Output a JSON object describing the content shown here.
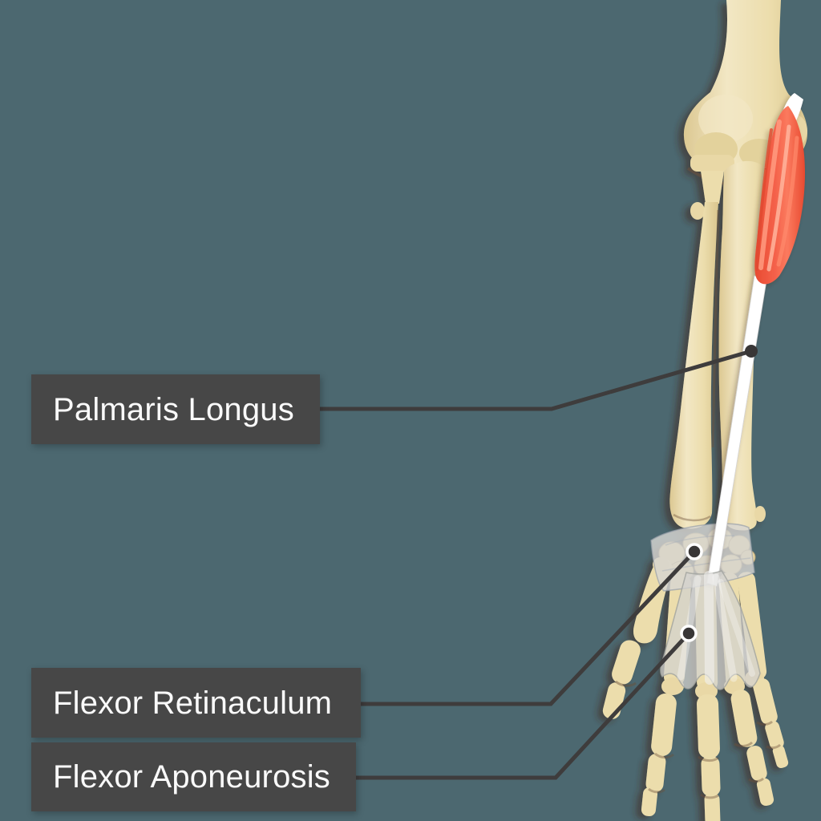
{
  "labels": [
    {
      "id": "palmaris-longus",
      "text": "Palmaris Longus"
    },
    {
      "id": "flexor-retinaculum",
      "text": "Flexor Retinaculum"
    },
    {
      "id": "flexor-aponeurosis",
      "text": "Flexor Aponeurosis"
    }
  ],
  "colors": {
    "background": "#4c6870",
    "label_background": "#474747",
    "label_text": "#fafafa",
    "leader_line": "#3e3c3c",
    "bone": "#ecddac",
    "bone_shadow": "#6b4e38",
    "muscle": "#f4604a",
    "muscle_highlight": "#ffb298",
    "tendon": "#ffffff",
    "fascia": "#d3d2ce"
  },
  "illustration": {
    "structures": [
      "humerus",
      "radius",
      "ulna",
      "carpal-bones",
      "metacarpal-bones",
      "thumb-phalanges",
      "finger-phalanges",
      "palmaris-longus-muscle",
      "palmaris-longus-tendon",
      "flexor-retinaculum",
      "flexor-aponeurosis"
    ]
  }
}
